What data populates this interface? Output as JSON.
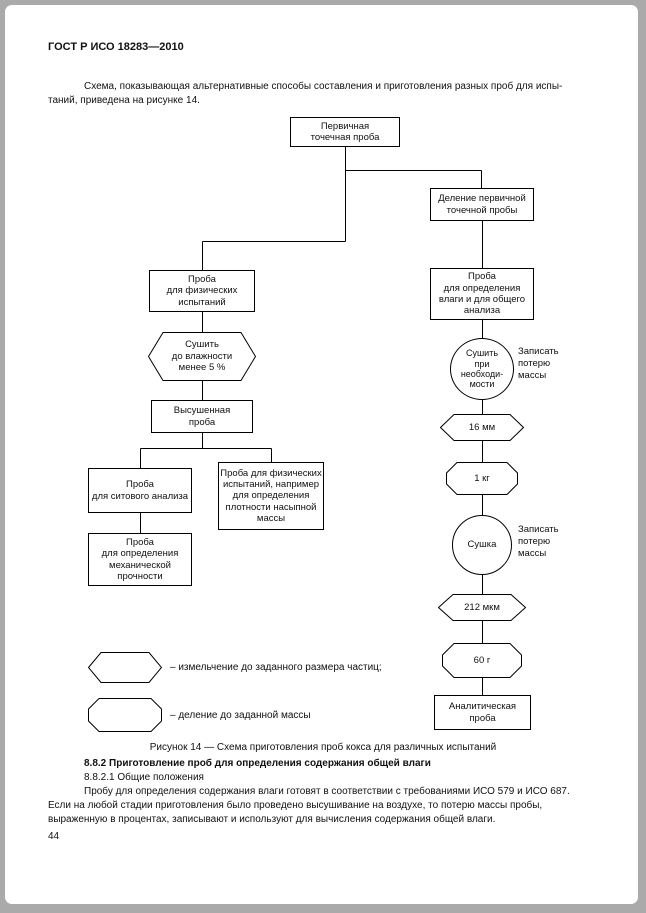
{
  "page": {
    "header": "ГОСТ Р ИСО 18283—2010",
    "intro": {
      "line1": "Схема, показывающая альтернативные способы составления и приготовления разных проб для испы-",
      "line2": "таний, приведена на рисунке 14."
    },
    "footer_page_number": "44"
  },
  "flowchart": {
    "nodes": {
      "primary": "Первичная\nточечная проба",
      "division": "Деление первичной\nточечной пробы",
      "physical": "Проба\nдля физических\nиспытаний",
      "moisture": "Проба\nдля определения\nвлаги и для общего\nанализа",
      "dry_hex": "Сушить\nдо влажности\nменее 5 %",
      "dried": "Высушенная\nпроба",
      "sieve": "Проба\nдля ситового анализа",
      "physical_density": "Проба для физических\nиспытаний, например\nдля определения\nплотности насыпной\nмассы",
      "mechanical": "Проба\nдля определения\nмеханической\nпрочности",
      "dry_circle": "Сушить\nпри\nнеобходи-\nмости",
      "mm16": "16 мм",
      "kg1": "1 кг",
      "drying": "Сушка",
      "um212": "212 мкм",
      "g60": "60 г",
      "analytical": "Аналитическая\nпроба"
    },
    "notes": {
      "loss1": "Записать\nпотерю\nмассы",
      "loss2": "Записать\nпотерю\nмассы"
    },
    "legend": {
      "hexagon": "– измельчение до заданного размера частиц;",
      "octagon": "– деление до заданной массы"
    },
    "caption": "Рисунок 14 — Схема приготовления проб кокса для различных испытаний"
  },
  "body": {
    "heading": "8.8.2 Приготовление проб для определения содержания общей влаги",
    "subheading": "8.8.2.1 Общие положения",
    "paragraph": {
      "line1": "Пробу для определения содержания влаги готовят в соответствии с требованиями ИСО 579 и ИСО 687.",
      "line2": "Если на любой стадии приготовления было проведено высушивание на воздухе, то потерю массы пробы,",
      "line3": "выраженную в процентах, записывают и используют для вычисления содержания общей влаги."
    }
  }
}
